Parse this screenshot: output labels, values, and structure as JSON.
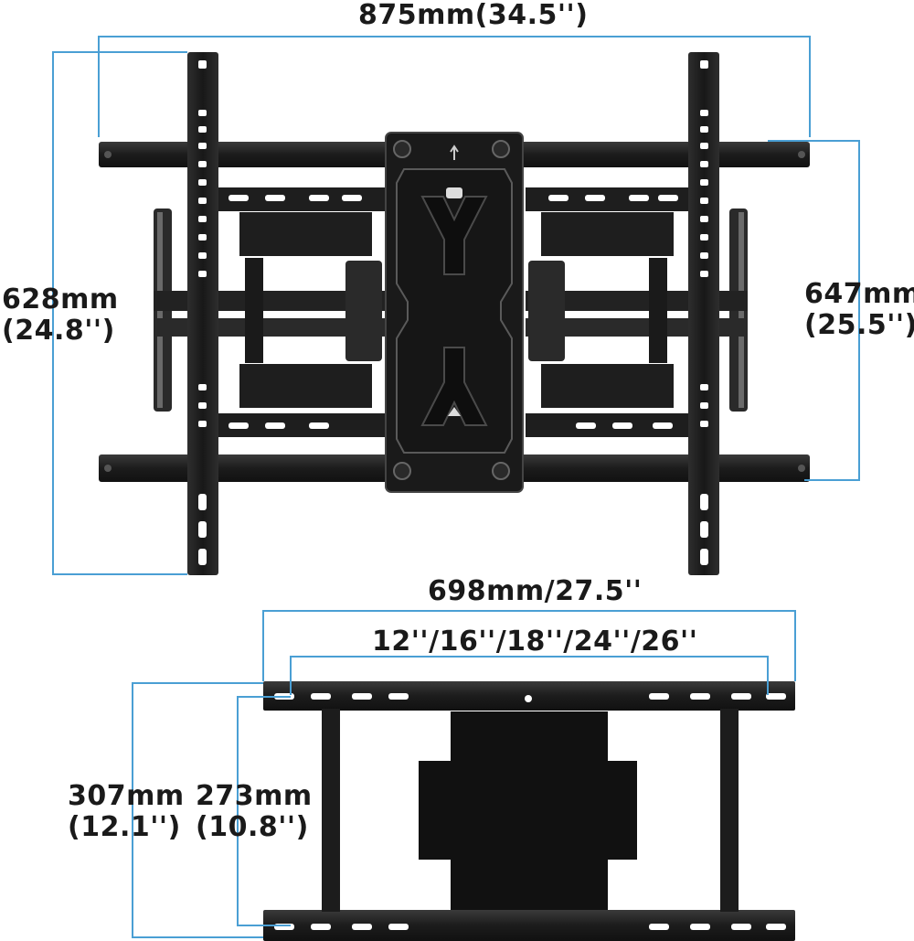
{
  "dimensions": {
    "top_width": "875mm(34.5'')",
    "left_height_mm": "628mm",
    "left_height_in": "(24.8'')",
    "right_height_mm": "647mm",
    "right_height_in": "(25.5'')",
    "plate_width": "698mm/27.5''",
    "stud_spacing": "12''/16''/18''/24''/26''",
    "plate_height_outer_mm": "307mm",
    "plate_height_outer_in": "(12.1'')",
    "plate_height_inner_mm": "273mm",
    "plate_height_inner_in": "(10.8'')"
  },
  "colors": {
    "dimension_line": "#4a9fd4",
    "metal": "#1c1c1c",
    "metal_light": "#3a3a3a",
    "text": "#1a1a1a"
  }
}
